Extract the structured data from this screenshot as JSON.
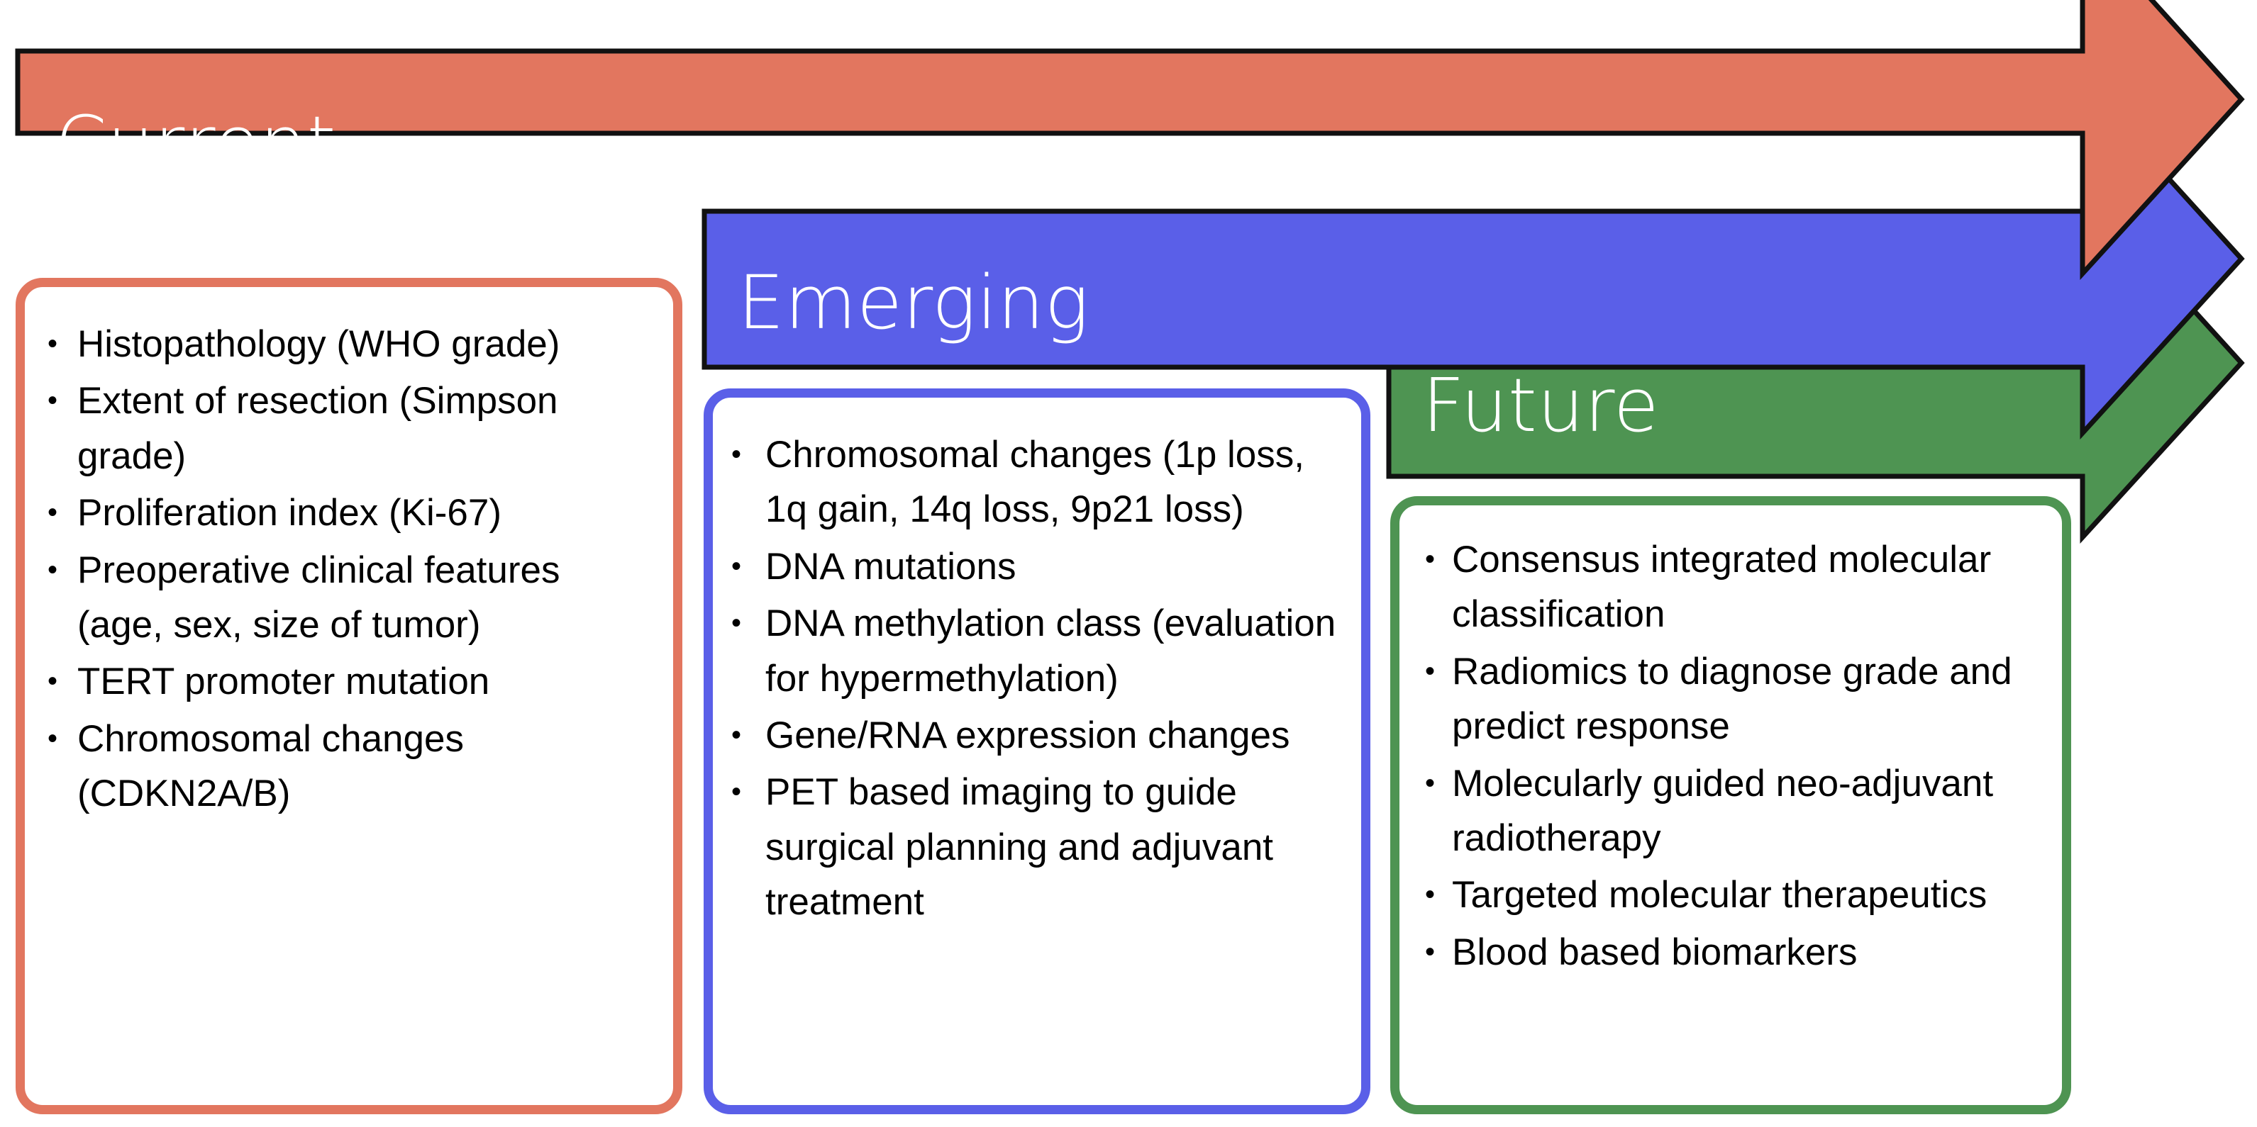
{
  "diagram": {
    "title_hidden": "",
    "colors": {
      "current": "#E2765F",
      "emerging": "#5A5FE8",
      "future": "#4E9452",
      "arrow_outline": "#1A1A1A",
      "text": "#000000",
      "label_text": "#FFFFFF",
      "background": "#FFFFFF"
    },
    "arrows": [
      {
        "name": "current-arrow",
        "label": "Current",
        "fill": "#E2765F"
      },
      {
        "name": "emerging-arrow",
        "label": "Emerging",
        "fill": "#5A5FE8"
      },
      {
        "name": "future-arrow",
        "label": "Future",
        "fill": "#4E9452"
      }
    ],
    "panels": [
      {
        "id": "current",
        "label": "Current",
        "accent": "#E2765F",
        "bullets": [
          "Histopathology (WHO grade)",
          "Extent of resection (Simpson grade)",
          "Proliferation index (Ki-67)",
          "Preoperative clinical features (age, sex, size of tumor)",
          "TERT promoter mutation",
          "Chromosomal changes (CDKN2A/B)"
        ]
      },
      {
        "id": "emerging",
        "label": "Emerging",
        "accent": "#5A5FE8",
        "bullets": [
          "Chromosomal changes (1p loss, 1q gain, 14q loss, 9p21 loss)",
          "DNA mutations",
          "DNA methylation class (evaluation for hypermethylation)",
          "Gene/RNA expression changes",
          "PET based imaging to guide surgical planning and adjuvant treatment"
        ]
      },
      {
        "id": "future",
        "label": "Future",
        "accent": "#4E9452",
        "bullets": [
          "Consensus integrated molecular classification",
          "Radiomics to diagnose grade and predict response",
          "Molecularly guided neo-adjuvant radiotherapy",
          "Targeted molecular therapeutics",
          "Blood based biomarkers"
        ]
      }
    ]
  }
}
